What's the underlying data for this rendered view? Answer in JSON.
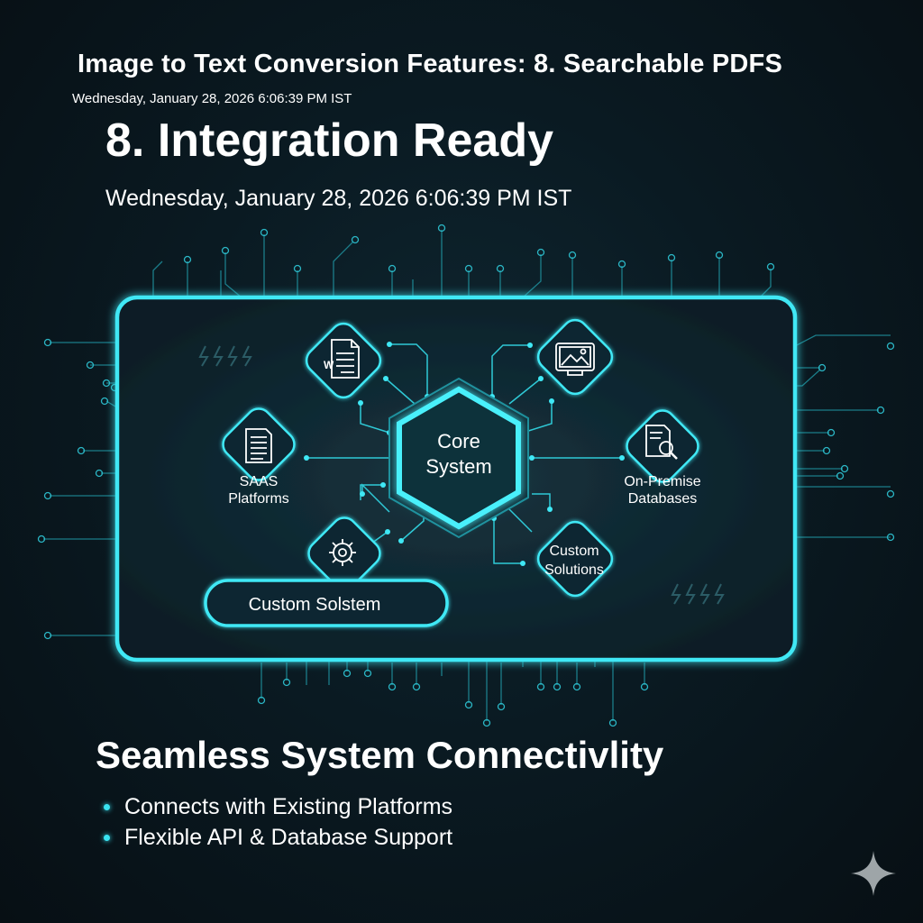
{
  "header": {
    "title": "Image to Text Conversion Features: 8. Searchable PDFS",
    "date": "Wednesday, January 28, 2026 6:06:39 PM IST"
  },
  "section": {
    "title": "8. Integration Ready",
    "date": "Wednesday, January 28, 2026 6:06:39 PM IST"
  },
  "diagram": {
    "core": {
      "line1": "Core",
      "line2": "System"
    },
    "nodes": {
      "saas": {
        "line1": "SAAS",
        "line2": "Platforms",
        "icon": "document-icon"
      },
      "on_premise": {
        "line1": "On-Premise",
        "line2": "Databases",
        "icon": "document-search-icon"
      },
      "custom_solutions": {
        "line1": "Custom",
        "line2": "Solutions"
      },
      "word_doc": {
        "icon": "word-document-icon"
      },
      "image": {
        "icon": "image-icon"
      },
      "settings": {
        "icon": "gear-icon"
      }
    },
    "button_label": "Custom Solstem"
  },
  "footer": {
    "heading": "Seamless System Connectivlity",
    "bullets": [
      "Connects with Existing Platforms",
      "Flexible API & Database Support"
    ]
  },
  "colors": {
    "accent": "#39e3f2",
    "background": "#0a1a22"
  },
  "watermark": {
    "icon": "sparkle-icon"
  }
}
